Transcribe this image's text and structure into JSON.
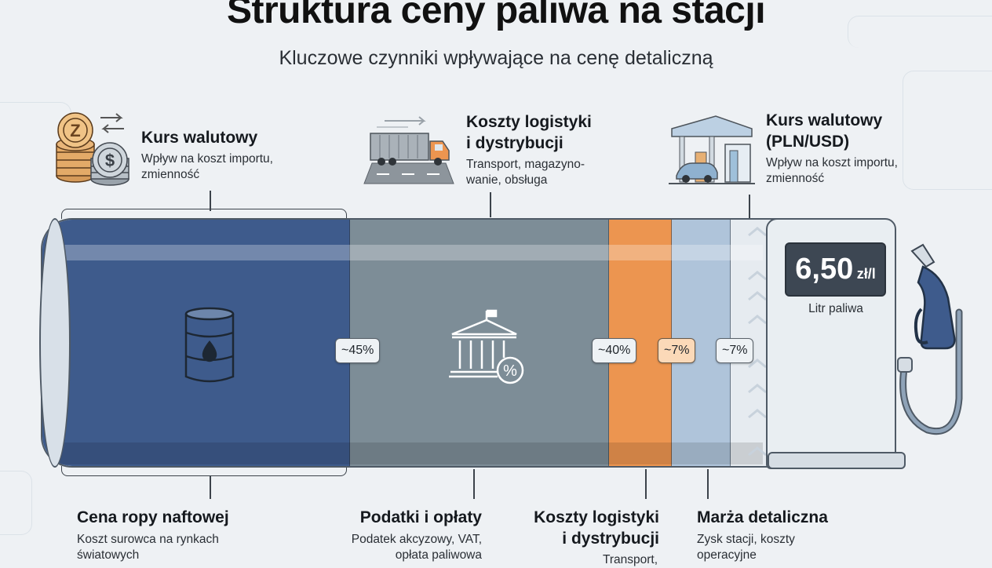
{
  "title": "Struktura ceny paliwa na stacji",
  "subtitle": "Kluczowe czynniki wpływające na cenę detaliczną",
  "top_labels": [
    {
      "title": "Kurs walutowy",
      "desc": [
        "Wpływ na koszt importu,",
        "zmienność"
      ]
    },
    {
      "title": [
        "Koszty logistyki",
        "i dystrybucji"
      ],
      "desc": [
        "Transport, magazyno-",
        "wanie, obsługa"
      ]
    },
    {
      "title": [
        "Kurs walutowy",
        "(PLN/USD)"
      ],
      "desc": [
        "Wpływ na koszt importu,",
        "zmienność"
      ]
    }
  ],
  "bottom_labels": [
    {
      "title": "Cena ropy naftowej",
      "desc": [
        "Koszt surowca na rynkach",
        "światowych"
      ]
    },
    {
      "title": "Podatki i opłaty",
      "desc": [
        "Podatek akcyzowy, VAT,",
        "opłata paliwowa"
      ]
    },
    {
      "title": [
        "Koszty logistyki",
        "i dystrybucji"
      ],
      "desc": [
        "Transport,"
      ]
    },
    {
      "title": "Marża detaliczna",
      "desc": [
        "Zysk stacji, koszty",
        "operacyjne"
      ]
    }
  ],
  "percentages": [
    "~45%",
    "~40%",
    "~7%",
    "~7%"
  ],
  "pump": {
    "price": "6,50",
    "unit": "zł/l",
    "caption": "Litr paliwa"
  },
  "icons": [
    "coins-currency-icon",
    "truck-icon",
    "gas-station-icon",
    "oil-barrel-icon",
    "tax-building-icon",
    "fuel-nozzle-icon"
  ],
  "colors": {
    "crude": "#3e5b8c",
    "taxes": "#7d8d97",
    "logistics": "#ec9550",
    "margin": "#afc4da",
    "pump_display": "#3d4753"
  },
  "chart_data": {
    "type": "bar",
    "categories": [
      "Cena ropy naftowej",
      "Podatki i opłaty",
      "Koszty logistyki i dystrybucji",
      "Marża detaliczna"
    ],
    "labels": [
      "~45%",
      "~40%",
      "~7%",
      "~7%"
    ],
    "values": [
      45,
      40,
      7,
      7
    ]
  }
}
